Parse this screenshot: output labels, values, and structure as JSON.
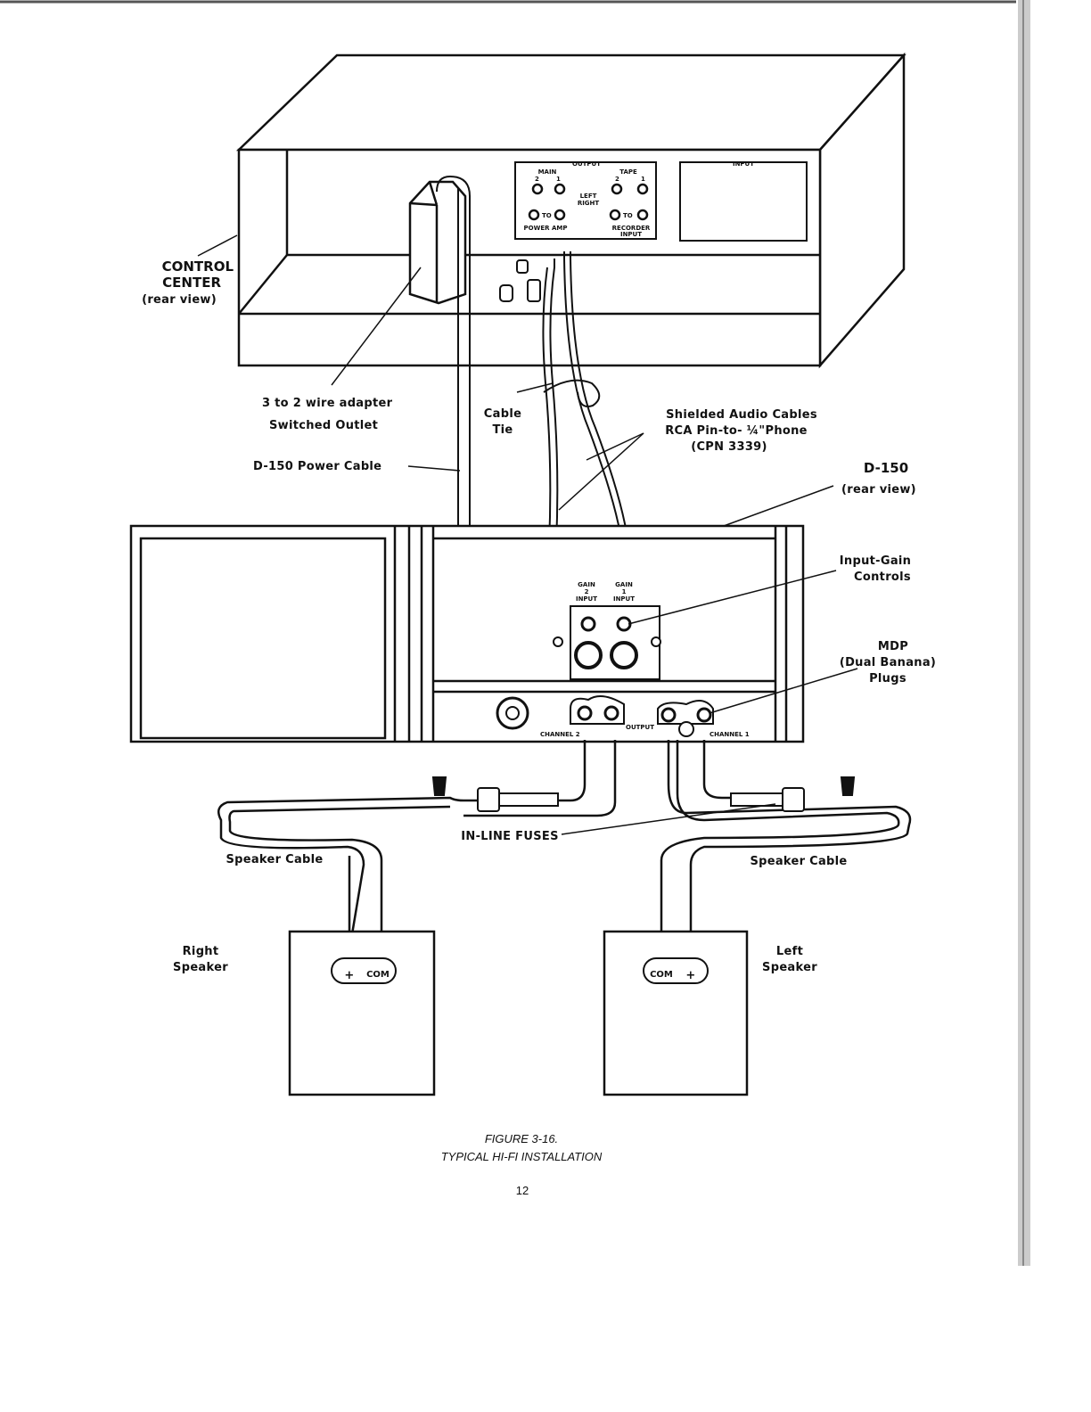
{
  "labels": {
    "control_center": "CONTROL",
    "control_center_2": "CENTER",
    "control_center_3": "(rear view)",
    "adapter_1": "3 to 2 wire adapter",
    "adapter_2": "Switched Outlet",
    "power_cable": "D-150 Power Cable",
    "cable_tie_1": "Cable",
    "cable_tie_2": "Tie",
    "shielded_1": "Shielded Audio Cables",
    "shielded_2": "RCA Pin-to- ¼\"Phone",
    "shielded_3": "(CPN 3339)",
    "d150_1": "D-150",
    "d150_2": "(rear view)",
    "input_gain_1": "Input-Gain",
    "input_gain_2": "Controls",
    "mdp_1": "MDP",
    "mdp_2": "(Dual Banana)",
    "mdp_3": "Plugs",
    "inline_fuses": "IN-LINE FUSES",
    "speaker_cable_left": "Speaker Cable",
    "speaker_cable_right": "Speaker Cable",
    "right_speaker_1": "Right",
    "right_speaker_2": "Speaker",
    "left_speaker_1": "Left",
    "left_speaker_2": "Speaker"
  },
  "panel": {
    "output": "OUTPUT",
    "main": "MAIN",
    "tape": "TAPE",
    "ch2a": "2",
    "ch1a": "1",
    "ch2b": "2",
    "ch1b": "1",
    "left": "LEFT",
    "right": "RIGHT",
    "to1": "TO",
    "to2": "TO",
    "power_amp": "POWER  AMP",
    "recorder": "RECORDER",
    "recorder_input": "INPUT",
    "input": "INPUT"
  },
  "amp_panel": {
    "gain2": "GAIN",
    "gain2b": "2",
    "gain2c": "INPUT",
    "gain1": "GAIN",
    "gain1b": "1",
    "gain1c": "INPUT",
    "channel2": "CHANNEL  2",
    "output": "OUTPUT",
    "channel1": "CHANNEL  1"
  },
  "terminals": {
    "right_plus": "+",
    "right_com": "COM",
    "left_com": "COM",
    "left_plus": "+"
  },
  "caption": {
    "line1": "FIGURE 3-16.",
    "line2": "TYPICAL HI-FI INSTALLATION",
    "page": "12"
  }
}
